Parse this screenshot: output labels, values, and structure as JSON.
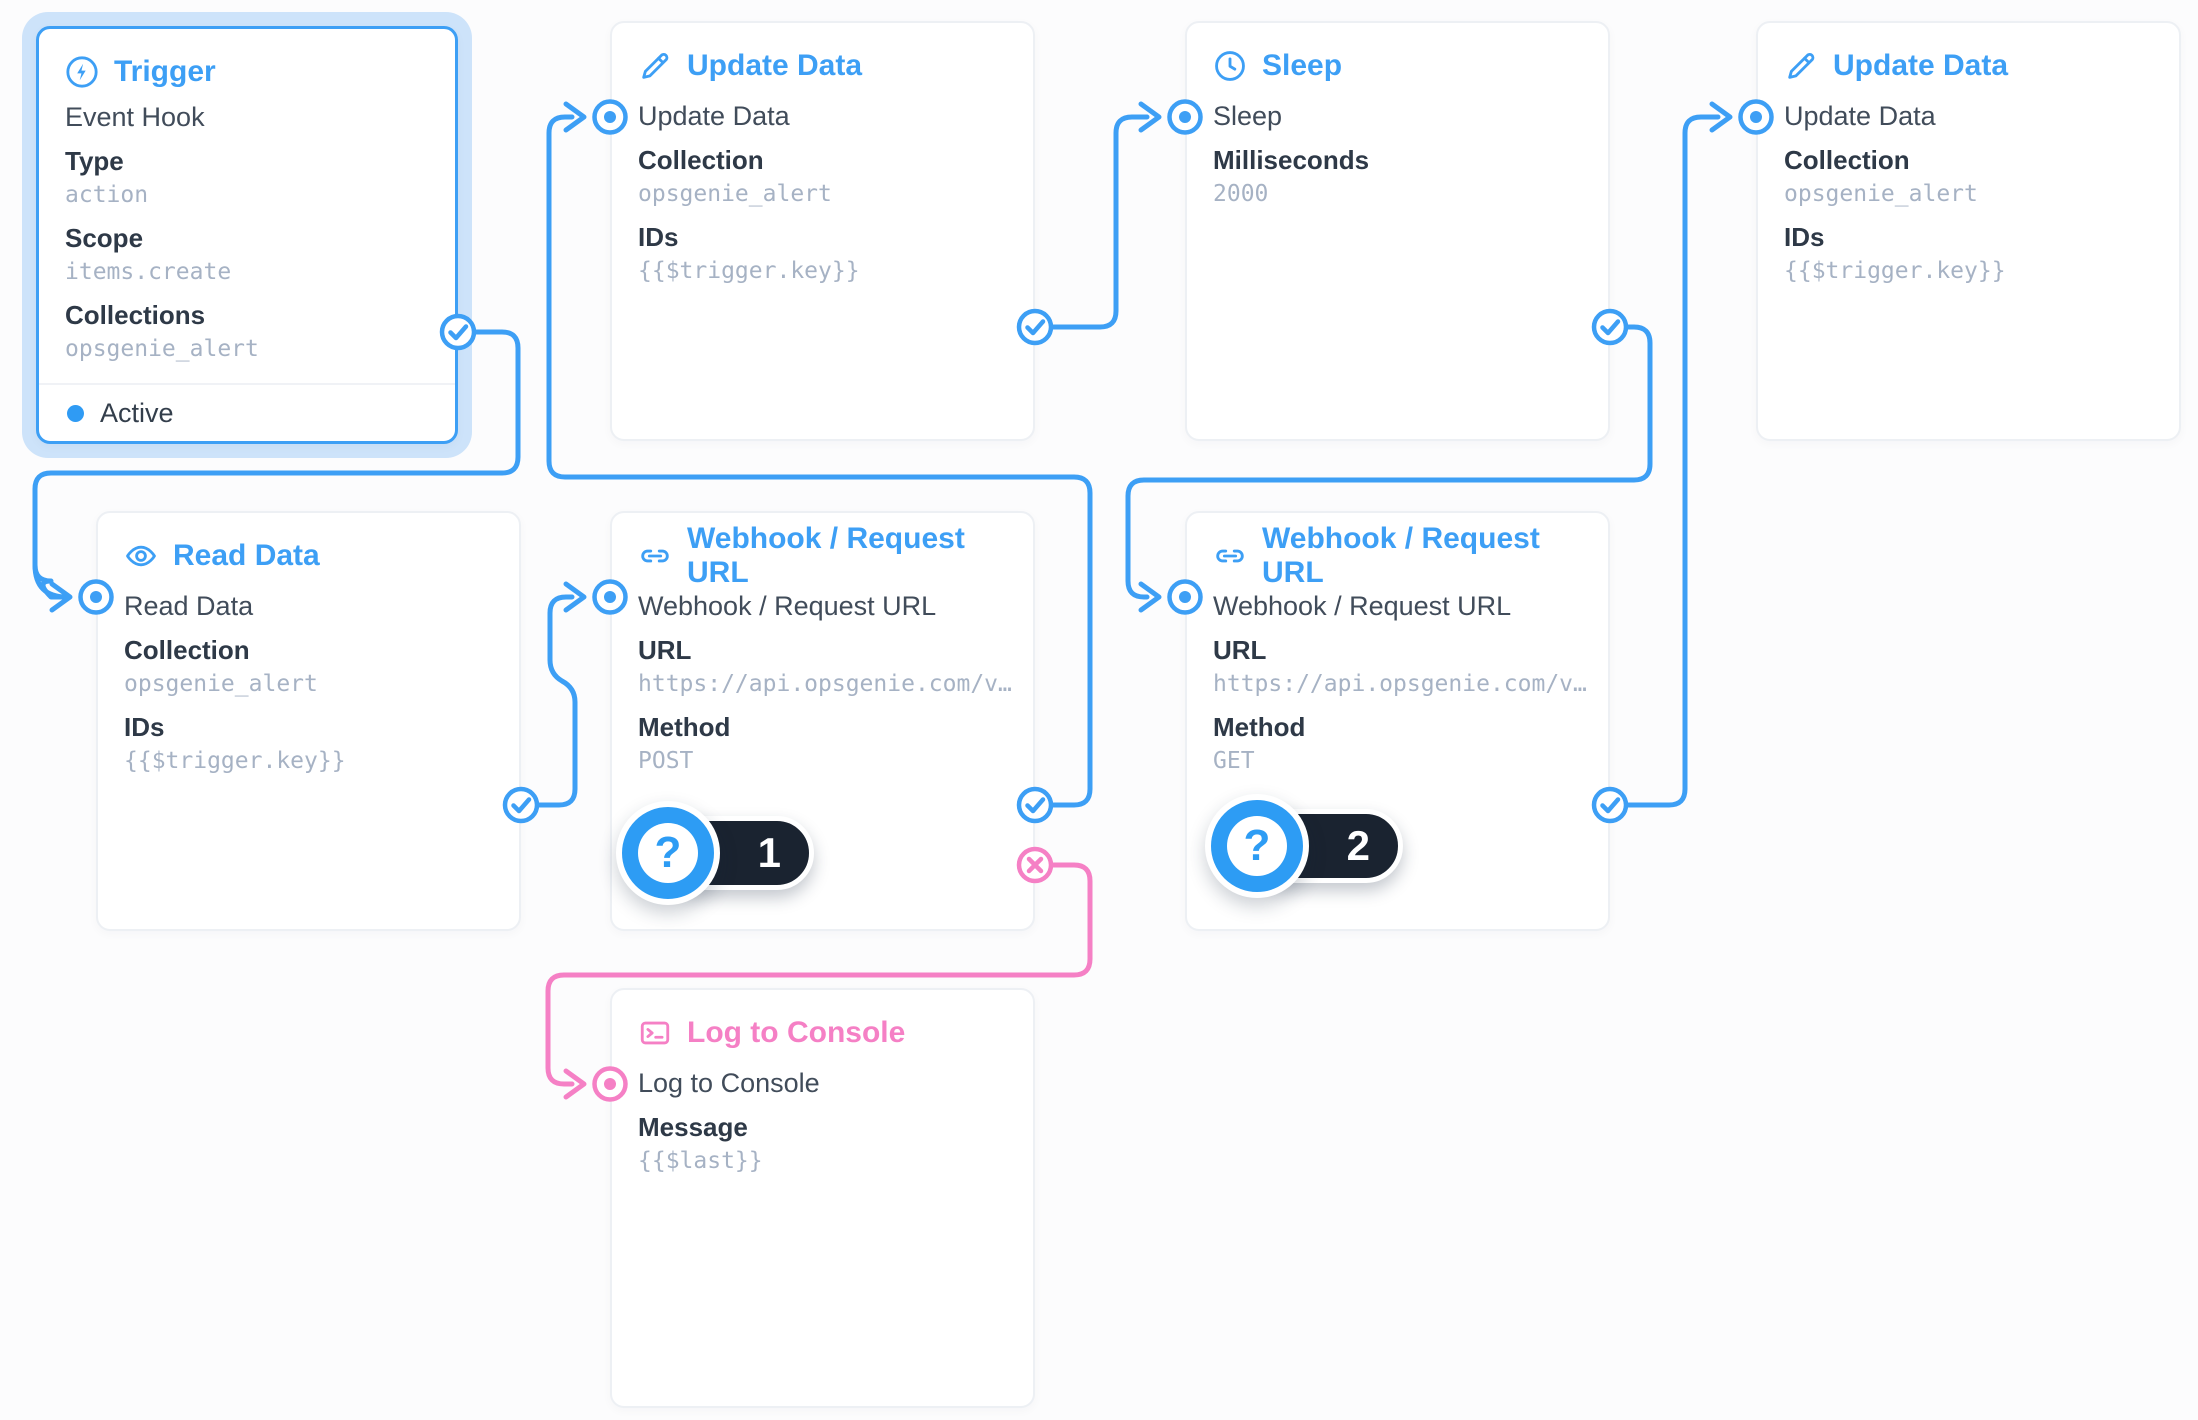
{
  "colors": {
    "accent_blue": "#3d9ff5",
    "accent_pink": "#f580c5",
    "halo_blue": "#cde3fa",
    "pill_dark": "#1a2330",
    "label_dark": "#2e3947",
    "value_gray": "#a6b2c4"
  },
  "nodes": {
    "trigger": {
      "title": "Trigger",
      "name": "Event Hook",
      "fields": [
        {
          "label": "Type",
          "value": "action"
        },
        {
          "label": "Scope",
          "value": "items.create"
        },
        {
          "label": "Collections",
          "value": "opsgenie_alert"
        }
      ],
      "status": "Active"
    },
    "update1": {
      "title": "Update Data",
      "name": "Update Data",
      "fields": [
        {
          "label": "Collection",
          "value": "opsgenie_alert"
        },
        {
          "label": "IDs",
          "value": "{{$trigger.key}}"
        }
      ]
    },
    "sleep": {
      "title": "Sleep",
      "name": "Sleep",
      "fields": [
        {
          "label": "Milliseconds",
          "value": "2000"
        }
      ]
    },
    "update2": {
      "title": "Update Data",
      "name": "Update Data",
      "fields": [
        {
          "label": "Collection",
          "value": "opsgenie_alert"
        },
        {
          "label": "IDs",
          "value": "{{$trigger.key}}"
        }
      ]
    },
    "read": {
      "title": "Read Data",
      "name": "Read Data",
      "fields": [
        {
          "label": "Collection",
          "value": "opsgenie_alert"
        },
        {
          "label": "IDs",
          "value": "{{$trigger.key}}"
        }
      ]
    },
    "webhook1": {
      "title": "Webhook / Request URL",
      "name": "Webhook / Request URL",
      "fields": [
        {
          "label": "URL",
          "value": "https://api.opsgenie.com/v…"
        },
        {
          "label": "Method",
          "value": "POST"
        }
      ],
      "badge": "1"
    },
    "webhook2": {
      "title": "Webhook / Request URL",
      "name": "Webhook / Request URL",
      "fields": [
        {
          "label": "URL",
          "value": "https://api.opsgenie.com/v…"
        },
        {
          "label": "Method",
          "value": "GET"
        }
      ],
      "badge": "2"
    },
    "log": {
      "title": "Log to Console",
      "name": "Log to Console",
      "fields": [
        {
          "label": "Message",
          "value": "{{$last}}"
        }
      ]
    }
  }
}
